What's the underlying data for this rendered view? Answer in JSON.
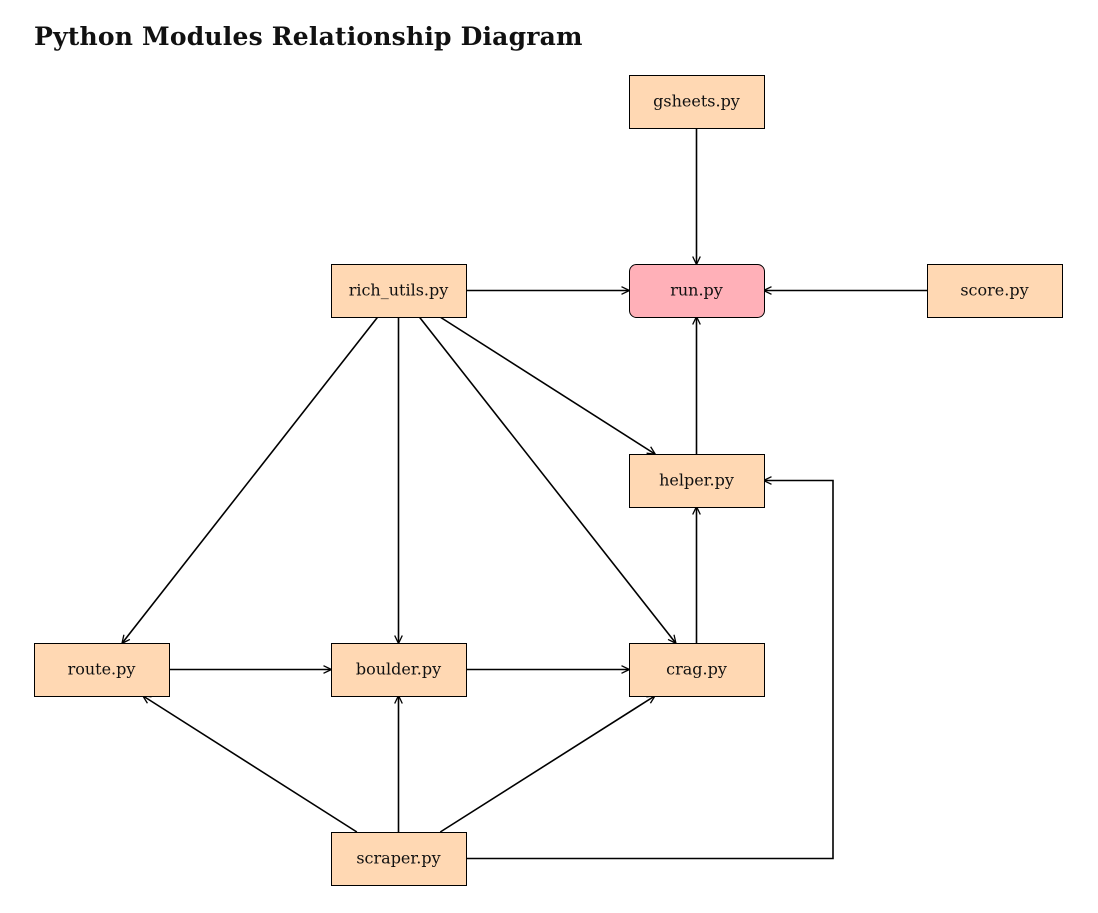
{
  "title": "Python Modules Relationship Diagram",
  "colors": {
    "module_fill": "#FFD8B3",
    "entry_fill": "#FFB0B8",
    "stroke": "#000000"
  },
  "nodes": [
    {
      "id": "gsheets",
      "label": "gsheets.py",
      "kind": "module"
    },
    {
      "id": "rich_utils",
      "label": "rich_utils.py",
      "kind": "module"
    },
    {
      "id": "run",
      "label": "run.py",
      "kind": "entry"
    },
    {
      "id": "score",
      "label": "score.py",
      "kind": "module"
    },
    {
      "id": "helper",
      "label": "helper.py",
      "kind": "module"
    },
    {
      "id": "route",
      "label": "route.py",
      "kind": "module"
    },
    {
      "id": "boulder",
      "label": "boulder.py",
      "kind": "module"
    },
    {
      "id": "crag",
      "label": "crag.py",
      "kind": "module"
    },
    {
      "id": "scraper",
      "label": "scraper.py",
      "kind": "module"
    }
  ],
  "edges": [
    {
      "from": "gsheets",
      "to": "run"
    },
    {
      "from": "rich_utils",
      "to": "run"
    },
    {
      "from": "score",
      "to": "run"
    },
    {
      "from": "helper",
      "to": "run"
    },
    {
      "from": "rich_utils",
      "to": "helper"
    },
    {
      "from": "rich_utils",
      "to": "route"
    },
    {
      "from": "rich_utils",
      "to": "boulder"
    },
    {
      "from": "rich_utils",
      "to": "crag"
    },
    {
      "from": "crag",
      "to": "helper"
    },
    {
      "from": "route",
      "to": "boulder"
    },
    {
      "from": "boulder",
      "to": "crag"
    },
    {
      "from": "scraper",
      "to": "route"
    },
    {
      "from": "scraper",
      "to": "boulder"
    },
    {
      "from": "scraper",
      "to": "crag"
    },
    {
      "from": "scraper",
      "to": "helper"
    }
  ]
}
